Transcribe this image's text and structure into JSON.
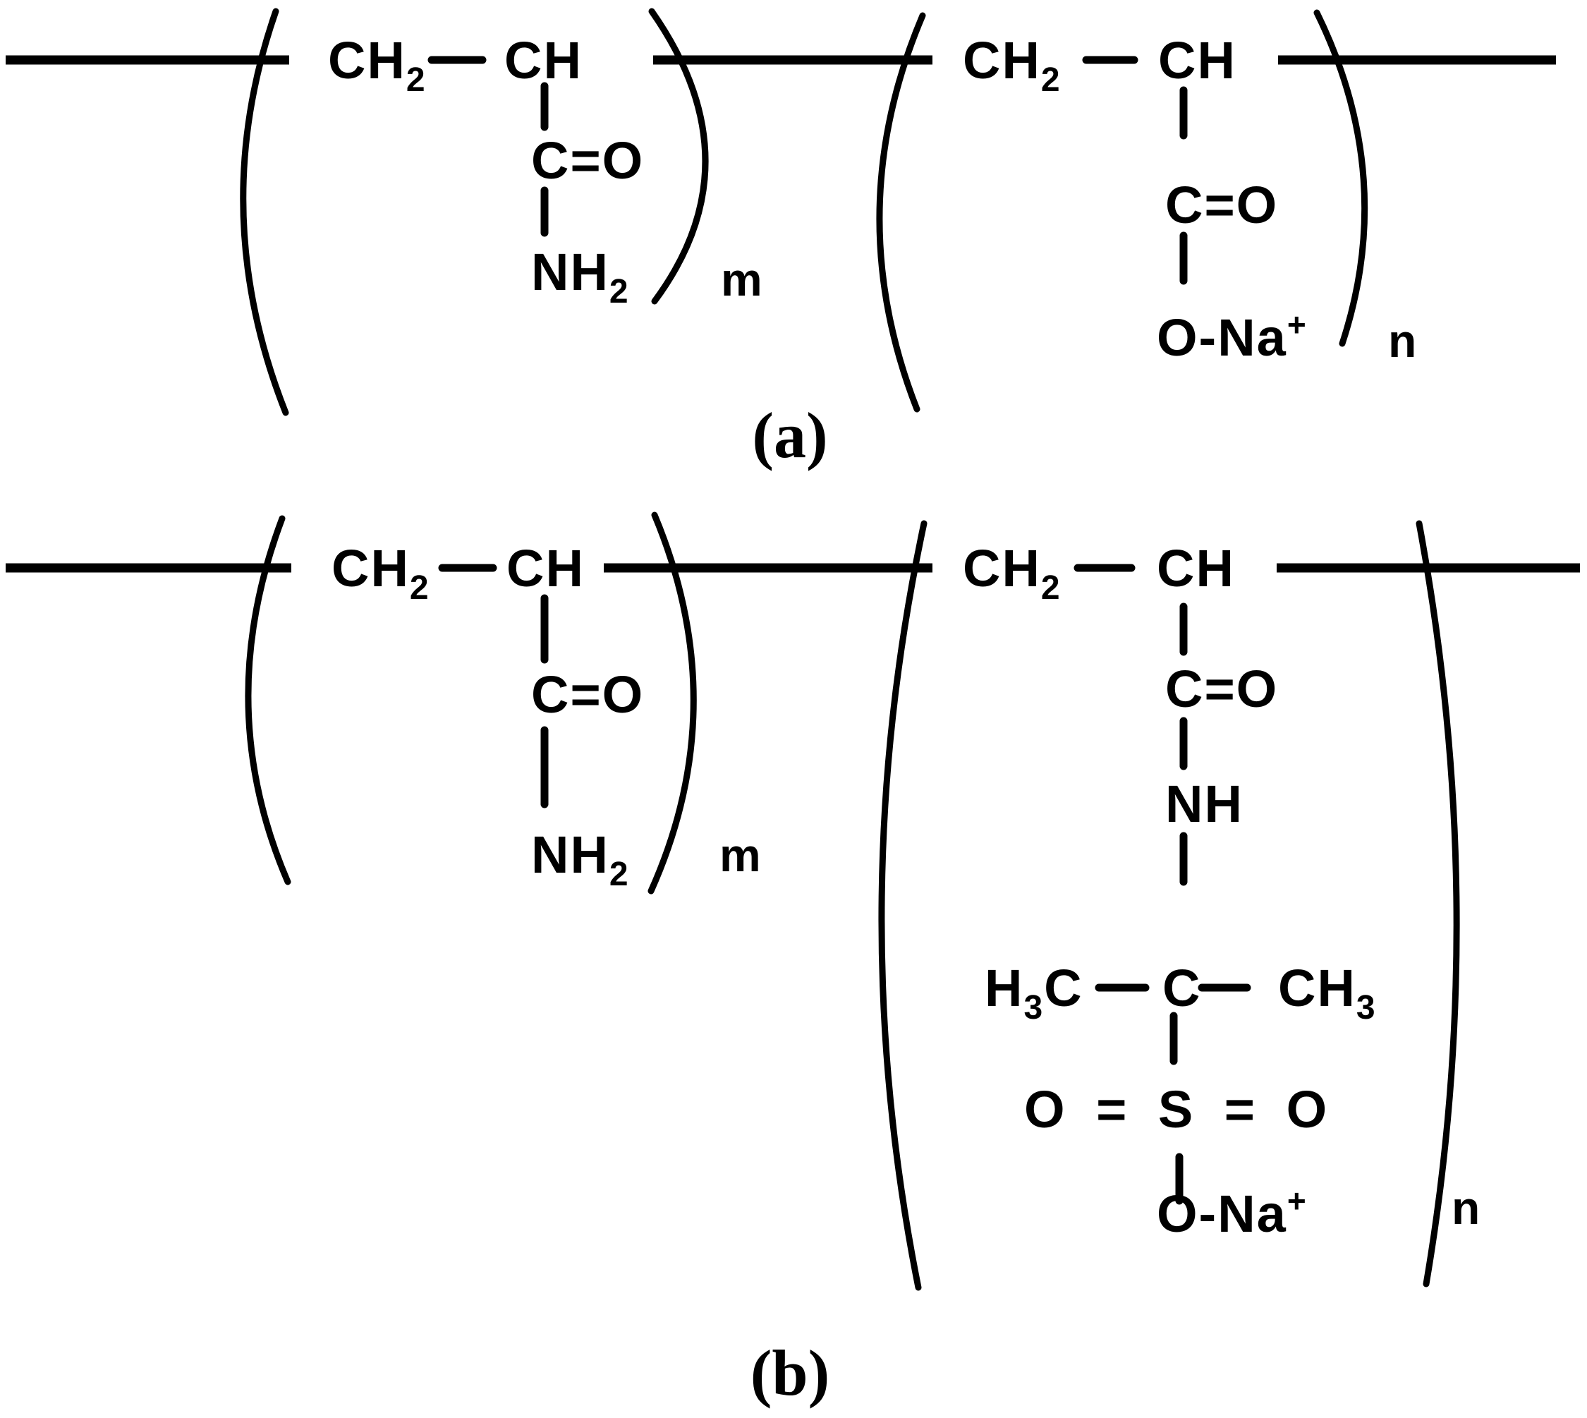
{
  "figure": {
    "background": "#ffffff",
    "ink": "#000000",
    "panel_a": {
      "label": "(a)",
      "unit_m": {
        "ch2_main": "CH",
        "ch2_sub": "2",
        "ch": "CH",
        "carbonyl": "C=O",
        "amide_main": "NH",
        "amide_sub": "2",
        "repeat_index": "m"
      },
      "unit_n": {
        "ch2_main": "CH",
        "ch2_sub": "2",
        "ch": "CH",
        "carbonyl": "C=O",
        "carboxylate_main": "O-Na",
        "carboxylate_sup": "+",
        "repeat_index": "n"
      }
    },
    "panel_b": {
      "label": "(b)",
      "unit_m": {
        "ch2_main": "CH",
        "ch2_sub": "2",
        "ch": "CH",
        "carbonyl": "C=O",
        "amide_main": "NH",
        "amide_sub": "2",
        "repeat_index": "m"
      },
      "unit_n": {
        "ch2_main": "CH",
        "ch2_sub": "2",
        "ch": "CH",
        "carbonyl": "C=O",
        "nh": "NH",
        "methyl_left_h": "H",
        "methyl_left_sub": "3",
        "methyl_left_c": "C",
        "quaternary_c": "C",
        "methyl_right_main": "CH",
        "methyl_right_sub": "3",
        "sulfonyl": "O = S = O",
        "sulfonate_main": "O-Na",
        "sulfonate_sup": "+",
        "repeat_index": "n"
      }
    }
  }
}
